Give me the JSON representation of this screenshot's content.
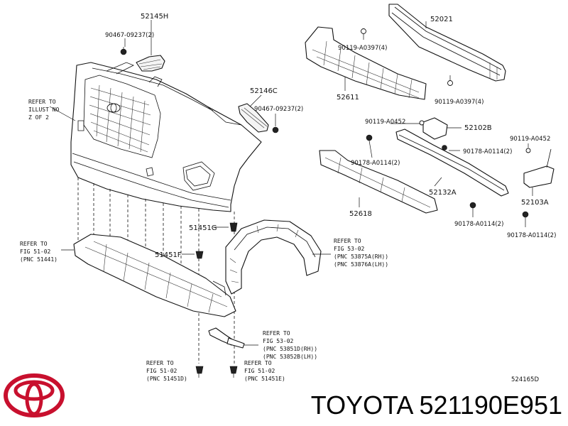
{
  "footer": {
    "brand": "TOYOTA",
    "part_number": "521190E951",
    "diagram_code": "524165D"
  },
  "callouts": {
    "p52145H": "52145H",
    "p90467_top": "90467-09237(2)",
    "p52146C": "52146C",
    "p90467_mid": "90467-09237(2)",
    "p52021": "52021",
    "p90119_a0397_top": "90119-A0397(4)",
    "p90119_a0397_bot": "90119-A0397(4)",
    "p52611": "52611",
    "p90119_a0452_l": "90119-A0452",
    "p52102B": "52102B",
    "p90119_a0452_r": "90119-A0452",
    "p90178_a0114_l": "90178-A0114(2)",
    "p90178_a0114_m": "90178-A0114(2)",
    "p52132A": "52132A",
    "p52103A": "52103A",
    "p52618": "52618",
    "p90178_a0114_b1": "90178-A0114(2)",
    "p90178_a0114_b2": "90178-A0114(2)",
    "p51451G": "51451G",
    "p51451F": "51451F"
  },
  "refs": {
    "illust": [
      "REFER TO",
      "ILLUST NO",
      "Z OF 2"
    ],
    "fig51_02_a": [
      "REFER TO",
      "FIG 51-02",
      "(PNC 51441)"
    ],
    "fig53_02_a": [
      "REFER TO",
      "FIG 53-02",
      "(PNC 53875A(RH))",
      "(PNC 53876A(LH))"
    ],
    "fig53_02_b": [
      "REFER TO",
      "FIG 53-02",
      "(PNC 53851D(RH))",
      "(PNC 53852B(LH))"
    ],
    "fig51_02_b": [
      "REFER TO",
      "FIG 51-02",
      "(PNC 51451D)"
    ],
    "fig51_02_c": [
      "FIG 51-02",
      "(PNC 51451E)"
    ]
  }
}
